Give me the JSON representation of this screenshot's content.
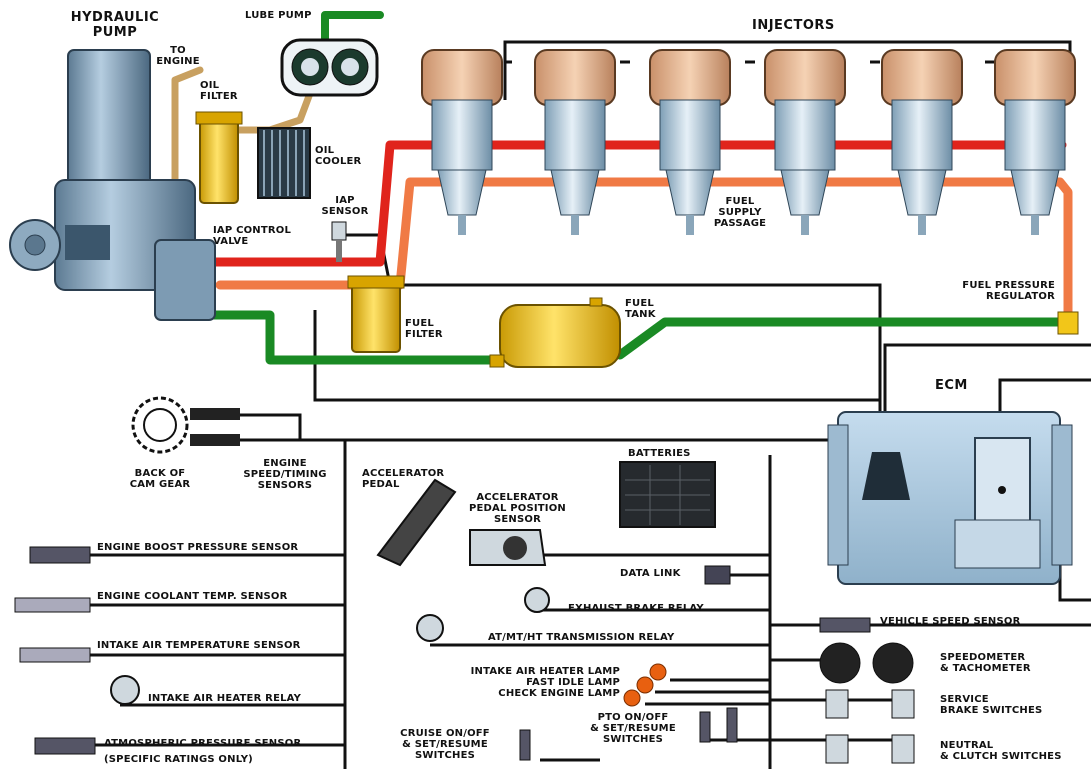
{
  "labels": {
    "hydraulic_pump": "HYDRAULIC\nPUMP",
    "lube_pump": "LUBE PUMP",
    "to_engine": "TO\nENGINE",
    "oil_filter": "OIL\nFILTER",
    "oil_cooler": "OIL\nCOOLER",
    "injectors": "INJECTORS",
    "iap_sensor": "IAP\nSENSOR",
    "iap_control_valve": "IAP CONTROL\nVALVE",
    "fuel_supply_passage": "FUEL\nSUPPLY\nPASSAGE",
    "fuel_pressure_regulator": "FUEL PRESSURE\nREGULATOR",
    "fuel_tank": "FUEL\nTANK",
    "fuel_filter": "FUEL\nFILTER",
    "ecm": "ECM",
    "back_of_cam_gear": "BACK OF\nCAM GEAR",
    "engine_speed_timing_sensors": "ENGINE\nSPEED/TIMING\nSENSORS",
    "accelerator_pedal": "ACCELERATOR\nPEDAL",
    "accelerator_pedal_position_sensor": "ACCELERATOR\nPEDAL POSITION\nSENSOR",
    "batteries": "BATTERIES",
    "engine_boost_pressure_sensor": "ENGINE BOOST PRESSURE SENSOR",
    "engine_coolant_temp_sensor": "ENGINE COOLANT TEMP. SENSOR",
    "intake_air_temperature_sensor": "INTAKE AIR TEMPERATURE SENSOR",
    "intake_air_heater_relay": "INTAKE AIR HEATER RELAY",
    "atmospheric_pressure_sensor": "ATMOSPHERIC PRESSURE SENSOR",
    "specific_ratings_only": "(SPECIFIC RATINGS ONLY)",
    "data_link": "DATA LINK",
    "exhaust_brake_relay": "EXHAUST BRAKE RELAY",
    "transmission_relay": "AT/MT/HT TRANSMISSION RELAY",
    "lamps": "INTAKE AIR HEATER LAMP\nFAST IDLE LAMP\nCHECK ENGINE LAMP",
    "pto_switches": "PTO ON/OFF\n& SET/RESUME\nSWITCHES",
    "cruise_switches": "CRUISE ON/OFF\n& SET/RESUME\nSWITCHES",
    "vehicle_speed_sensor": "VEHICLE SPEED SENSOR",
    "speedometer_tachometer": "SPEEDOMETER\n& TACHOMETER",
    "service_brake_switches": "SERVICE\nBRAKE SWITCHES",
    "neutral_clutch_switches": "NEUTRAL\n& CLUTCH SWITCHES"
  },
  "colors": {
    "high_pressure_oil": "#e0241c",
    "fuel_supply": "#f07a45",
    "fuel_return": "#1a8a24",
    "lube_oil": "#c8a060",
    "wire": "#111111",
    "filter_yellow": "#f2c619",
    "injector_body": "#c8dbe8",
    "injector_top": "#e9b48c",
    "ecm_body": "#a9c6dc"
  }
}
